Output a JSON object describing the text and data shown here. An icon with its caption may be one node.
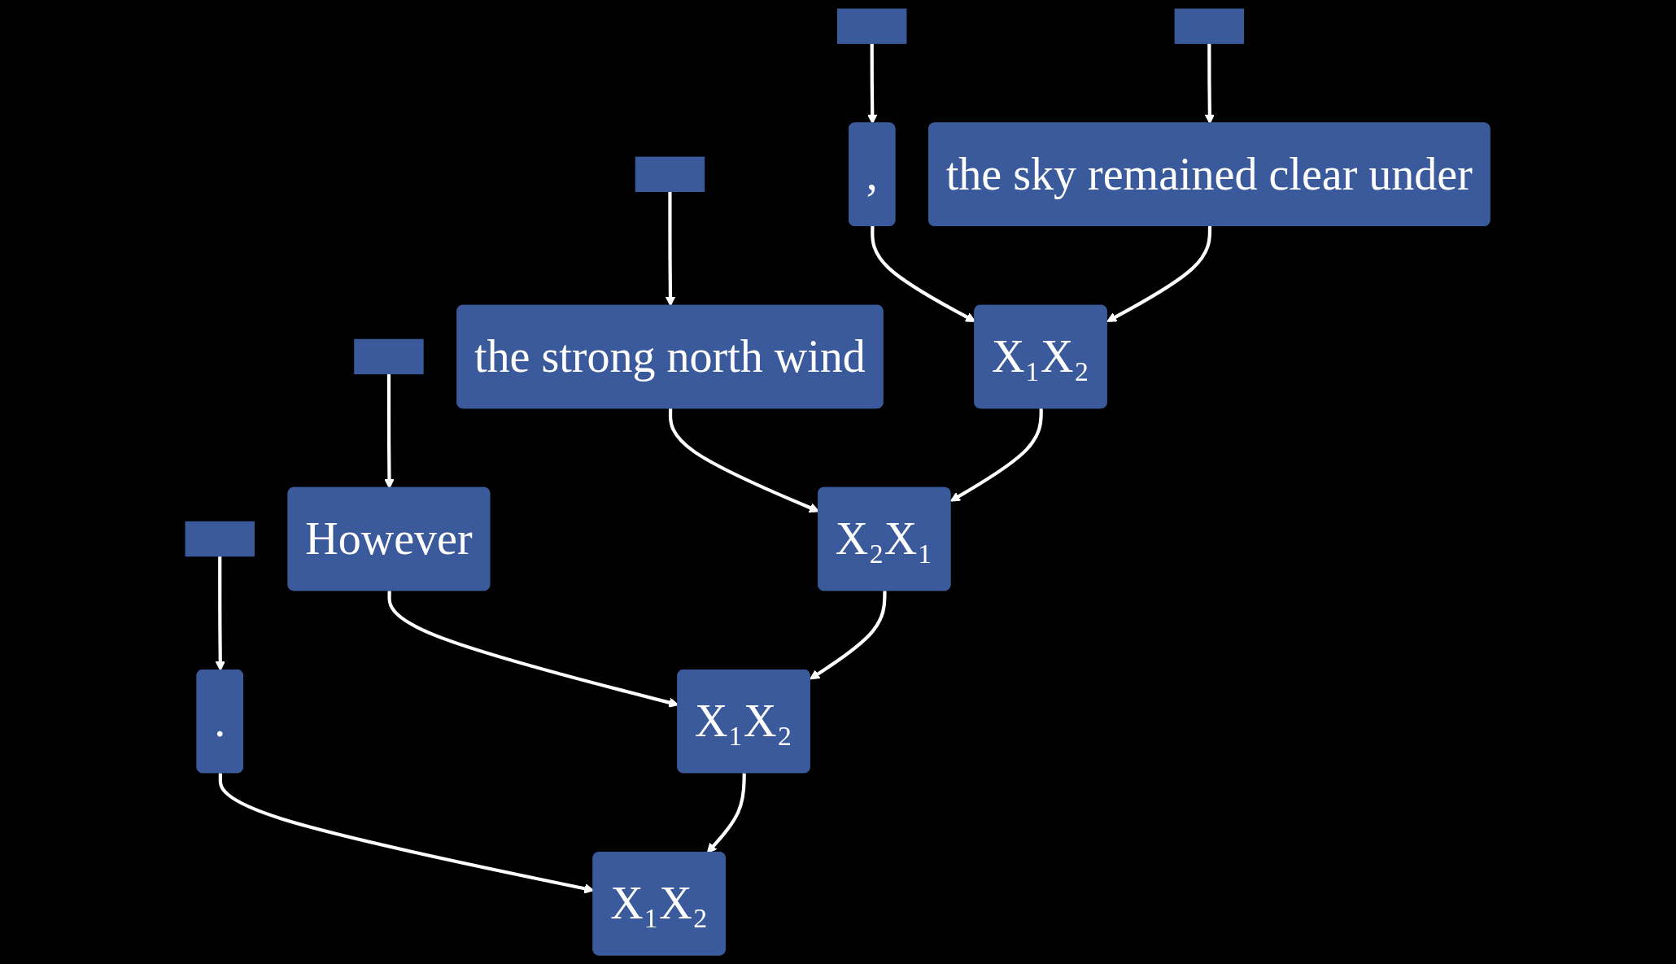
{
  "diagram": {
    "nodes": [
      {
        "text": [],
        "shape": "box"
      },
      {
        "text": [],
        "shape": "box"
      },
      {
        "text": [],
        "shape": "box"
      },
      {
        "text": [],
        "shape": "box"
      },
      {
        "text": [],
        "shape": "box"
      },
      {
        "text": [
          "However"
        ]
      },
      {
        "text": [
          ","
        ]
      },
      {
        "text": [
          "the sky remained clear under"
        ]
      },
      {
        "text": [
          "the strong north wind"
        ]
      },
      {
        "text": [
          "."
        ]
      },
      {
        "text": [
          "X₁X₂"
        ]
      },
      {
        "text": [
          "X₂X₁"
        ]
      },
      {
        "text": [
          "X₁X₂"
        ]
      },
      {
        "text": [
          "X₁X₂"
        ]
      }
    ],
    "edges": [
      {
        "from": 0,
        "to": 5,
        "arrow": "to"
      },
      {
        "from": 1,
        "to": 8,
        "arrow": "to"
      },
      {
        "from": 2,
        "to": 6,
        "arrow": "to"
      },
      {
        "from": 3,
        "to": 7,
        "arrow": "to"
      },
      {
        "from": 4,
        "to": 9,
        "arrow": "to"
      },
      {
        "from": 5,
        "to": 12,
        "arrow": "to"
      },
      {
        "from": 6,
        "to": 10,
        "arrow": "to"
      },
      {
        "from": 7,
        "to": 10,
        "arrow": "to"
      },
      {
        "from": 8,
        "to": 11,
        "arrow": "to"
      },
      {
        "from": 10,
        "to": 11,
        "arrow": "to"
      },
      {
        "from": 11,
        "to": 12,
        "arrow": "to"
      },
      {
        "from": 9,
        "to": 13,
        "arrow": "to"
      },
      {
        "from": 12,
        "to": 13,
        "arrow": "to"
      }
    ]
  }
}
